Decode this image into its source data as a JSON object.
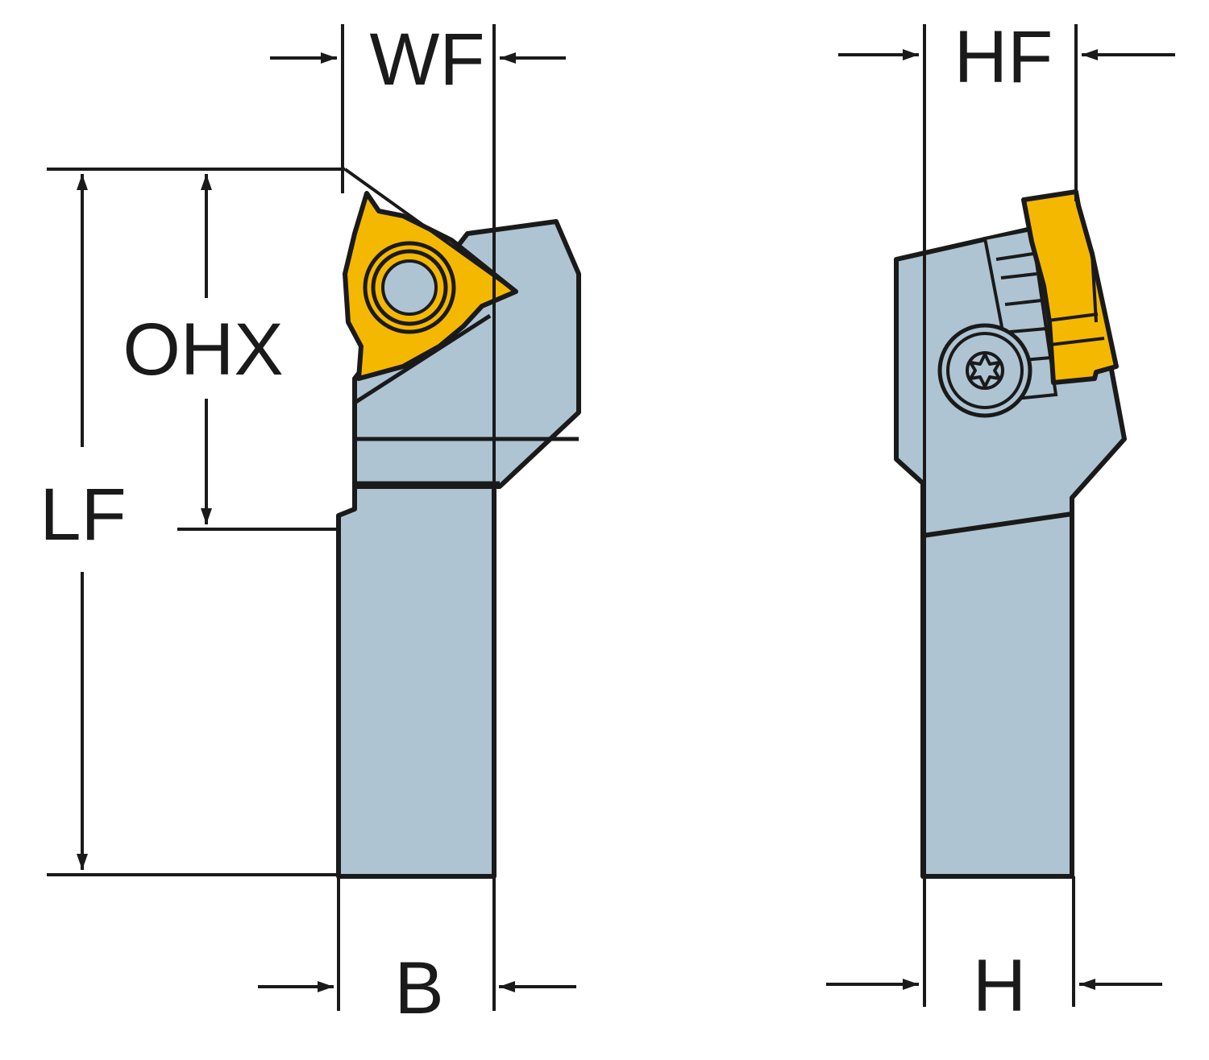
{
  "colors": {
    "body": "#aec4d2",
    "body_dark": "#9fb5c4",
    "insert": "#f5b800",
    "outline": "#1a1a1a",
    "background": "#ffffff"
  },
  "labels": {
    "wf": "WF",
    "hf": "HF",
    "ohx": "OHX",
    "lf": "LF",
    "b": "B",
    "h": "H"
  },
  "icons": {
    "screw": "torx-screw-icon"
  }
}
